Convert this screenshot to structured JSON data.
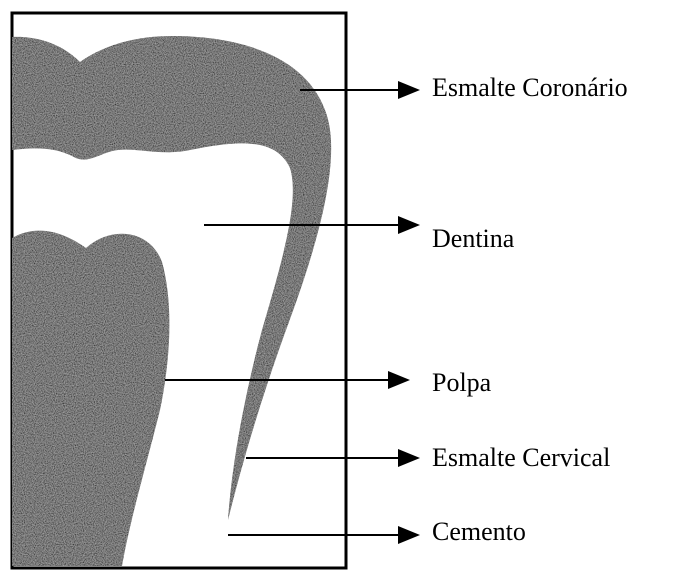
{
  "diagram": {
    "labels": {
      "esmalte_coronario": "Esmalte Coronário",
      "dentina": "Dentina",
      "polpa": "Polpa",
      "esmalte_cervical": "Esmalte Cervical",
      "cemento": "Cemento"
    },
    "colors": {
      "fill": "#2b2b2b",
      "ink": "#000000",
      "background": "#ffffff"
    }
  }
}
